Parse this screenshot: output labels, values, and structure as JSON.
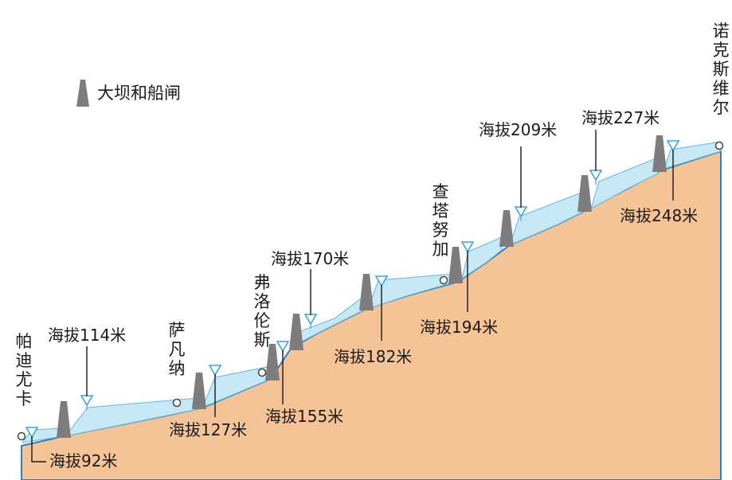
{
  "title": "",
  "legend": {
    "label": "大坝和船闸"
  },
  "colors": {
    "terrain": "#f5c496",
    "terrain_edge": "#2a7fc0",
    "water": "#c7e9f6",
    "water_edge": "#5fb6e0",
    "dam": "#7d7d7d",
    "marker": "#3aa6dc",
    "city_dot": "#ffffff"
  },
  "cities": [
    {
      "name": "帕迪尤卡",
      "chars": [
        "帕",
        "迪",
        "尤",
        "卡"
      ]
    },
    {
      "name": "萨凡纳",
      "chars": [
        "萨",
        "凡",
        "纳"
      ]
    },
    {
      "name": "弗洛伦斯",
      "chars": [
        "弗",
        "洛",
        "伦",
        "斯"
      ]
    },
    {
      "name": "查塔努加",
      "chars": [
        "查",
        "塔",
        "努",
        "加"
      ]
    },
    {
      "name": "诺克斯维尔",
      "chars": [
        "诺",
        "克",
        "斯",
        "维",
        "尔"
      ]
    }
  ],
  "elevations": [
    {
      "label": "海拔92米",
      "value": 92
    },
    {
      "label": "海拔114米",
      "value": 114
    },
    {
      "label": "海拔127米",
      "value": 127
    },
    {
      "label": "海拔155米",
      "value": 155
    },
    {
      "label": "海拔170米",
      "value": 170
    },
    {
      "label": "海拔182米",
      "value": 182
    },
    {
      "label": "海拔194米",
      "value": 194
    },
    {
      "label": "海拔209米",
      "value": 209
    },
    {
      "label": "海拔227米",
      "value": 227
    },
    {
      "label": "海拔248米",
      "value": 248
    }
  ],
  "dam_count": 9
}
